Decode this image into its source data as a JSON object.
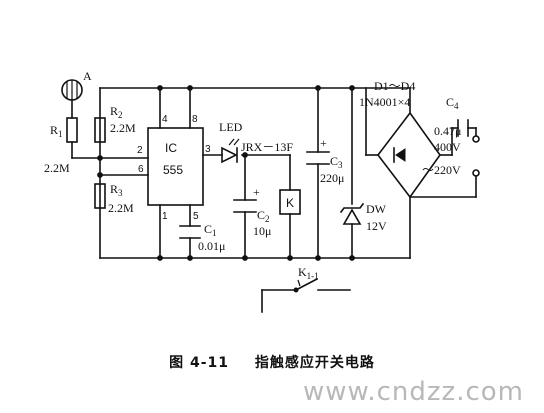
{
  "components": {
    "sensor": "A",
    "r1_name": "R",
    "r1_sub": "1",
    "r1_value": "2.2M",
    "r2_name": "R",
    "r2_sub": "2",
    "r2_value": "2.2M",
    "r3_name": "R",
    "r3_sub": "3",
    "r3_value": "2.2M",
    "ic_name": "IC",
    "ic_part": "555",
    "led": "LED",
    "relay_type": "JRX－13F",
    "relay_coil": "K",
    "c1_name": "C",
    "c1_sub": "1",
    "c1_value": "0.01μ",
    "c2_name": "C",
    "c2_sub": "2",
    "c2_value": "10μ",
    "c3_name": "C",
    "c3_sub": "3",
    "c3_value": "220μ",
    "c4_name": "C",
    "c4_sub": "4",
    "c4_value1": "0.47μ",
    "c4_value2": "400V",
    "bridge": "D1～D4",
    "bridge_type": "1N4001×4",
    "zener_name": "DW",
    "zener_value": "12V",
    "mains": "～220V",
    "switch_name": "K",
    "switch_sub": "1-1",
    "plus1": "+",
    "plus2": "+"
  },
  "pins": {
    "p4": "4",
    "p8": "8",
    "p2": "2",
    "p6": "6",
    "p3": "3",
    "p1": "1",
    "p5": "5"
  },
  "caption": {
    "figure": "图 4-11",
    "title": "指触感应开关电路"
  },
  "watermark": "www.cndzz.com"
}
